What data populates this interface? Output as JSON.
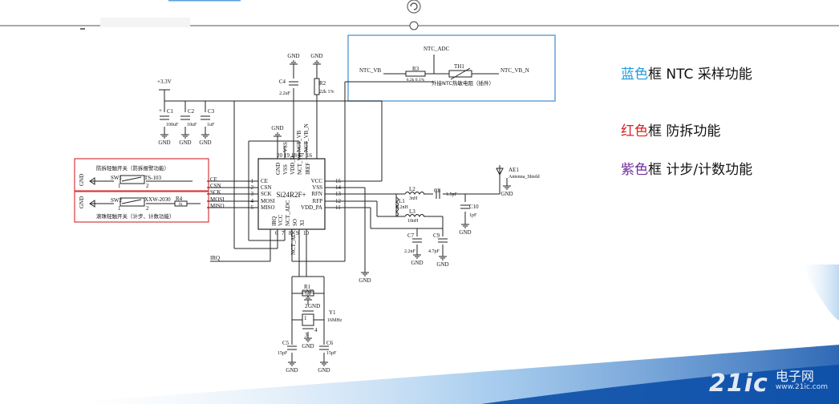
{
  "colors": {
    "blue_box": "#5b9bd5",
    "red_box": "#d9383a",
    "blue_keyword": "#1e9be0",
    "red_keyword": "#e02020",
    "purple_keyword": "#7030a0",
    "wire": "#222222",
    "slide_blue": "#1565c0"
  },
  "legend": {
    "blue": {
      "keyword": "蓝色",
      "rest": "框 NTC 采样功能"
    },
    "red": {
      "keyword": "红色",
      "rest": "框 防拆功能"
    },
    "purple": {
      "keyword": "紫色",
      "rest": "框 计步/计数功能"
    }
  },
  "chip": {
    "name": "Si24R2F+",
    "left_pins": [
      {
        "num": "1",
        "name": "CE"
      },
      {
        "num": "2",
        "name": "CSN"
      },
      {
        "num": "3",
        "name": "SCK"
      },
      {
        "num": "4",
        "name": "MOSI"
      },
      {
        "num": "5",
        "name": "MISO"
      }
    ],
    "right_pins": [
      {
        "num": "15",
        "name": "VCC"
      },
      {
        "num": "14",
        "name": "VSS"
      },
      {
        "num": "13",
        "name": "RFN"
      },
      {
        "num": "12",
        "name": "RFP"
      },
      {
        "num": "11",
        "name": "VDD_PA"
      }
    ],
    "top_pins": [
      {
        "num": "20",
        "name": "GND"
      },
      {
        "num": "19",
        "name": "VSS"
      },
      {
        "num": "18",
        "name": "VDD_D"
      },
      {
        "num": "17",
        "name": "NCT_VB"
      },
      {
        "num": "16",
        "name": "IREF"
      }
    ],
    "top_outer": [
      "VSS",
      "NCT_VB",
      "NCT_VB_N"
    ],
    "bottom_pins": [
      {
        "num": "6",
        "name": "IRQ"
      },
      {
        "num": "7",
        "name": "VCC"
      },
      {
        "num": "8",
        "name": "NCT_ADC"
      },
      {
        "num": "9",
        "name": "SO"
      },
      {
        "num": "10",
        "name": "XI"
      }
    ]
  },
  "wires": {
    "left": [
      "CE",
      "CSN",
      "SCK",
      "MOSI",
      "MISO"
    ],
    "irq": "IRQ",
    "nct_adc": "NCT_ADC"
  },
  "power": {
    "rail": "+3.3V",
    "caps": [
      {
        "ref": "C1",
        "value": "100uF"
      },
      {
        "ref": "C2",
        "value": "10uF"
      },
      {
        "ref": "C3",
        "value": "1uF"
      }
    ]
  },
  "top_parts": {
    "c4": {
      "ref": "C4",
      "value": "2.2uF"
    },
    "r2": {
      "ref": "R2",
      "value": "22k 1%"
    }
  },
  "ntc": {
    "adc": "NTC_ADC",
    "vb": "NTC_VB",
    "vb_n": "NTC_VB_N",
    "r3_ref": "R3",
    "r3_value": "6.2k 0.1%",
    "th_ref": "TH1",
    "th_desc": "外接NTC热敏电阻（插件）"
  },
  "tamper": {
    "title": "防拆轻触开关（防拆报警功能）",
    "sw": "SW1",
    "part": "TS-103",
    "pin1": "1",
    "pin2": "2"
  },
  "counter": {
    "title": "滚珠轻触开关（计步、计数功能）",
    "sw": "SW2",
    "part": "XXW-2030",
    "r_ref": "R4",
    "r_value": "1k",
    "pin1": "1",
    "pin2": "2"
  },
  "rf": {
    "l2_ref": "L2",
    "l2_value": "3nH",
    "c8_ref": "C8",
    "c8_value": "1.5pF",
    "l1_ref": "L1",
    "l1_value": "8.2nH",
    "l3_ref": "L3",
    "l3_value": "10nH",
    "c10_ref": "C10",
    "c10_value": "1pF",
    "c7_ref": "C7",
    "c7_value": "2.2nF",
    "c9_ref": "C9",
    "c9_value": "4.7pF",
    "ant_ref": "AE1",
    "ant_name": "Antenna_Shield"
  },
  "crystal": {
    "r1_ref": "R1",
    "r1_value": "1M",
    "y_ref": "Y1",
    "y_value": "16MHz",
    "c5_ref": "C5",
    "c5_value": "15pF",
    "c6_ref": "C6",
    "c6_value": "15pF",
    "pin_labels": [
      "2",
      "GND",
      "1",
      "4",
      "3"
    ]
  },
  "gnd": "GND",
  "watermark": {
    "brand": "21ic",
    "cn": "电子网",
    "url": "www.21ic.com"
  }
}
